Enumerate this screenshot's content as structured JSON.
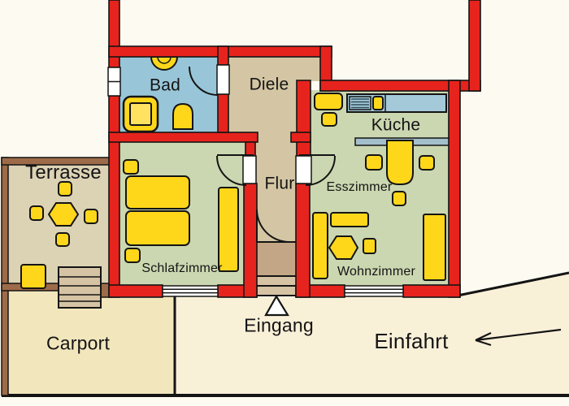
{
  "rooms": {
    "bad": "Bad",
    "diele": "Diele",
    "kueche": "Küche",
    "flur": "Flur",
    "esszimmer": "Esszimmer",
    "schlafzimmer": "Schlafzimmer",
    "wohnzimmer": "Wohnzimmer"
  },
  "outdoor": {
    "terrasse": "Terrasse",
    "carport": "Carport",
    "eingang": "Eingang",
    "einfahrt": "Einfahrt"
  },
  "colors": {
    "paper": "#fdfbf1",
    "wall-red": "#e6241d",
    "bath-blue": "#98c6d8",
    "room-green": "#cbd7b0",
    "hall-tan": "#d4c6a4",
    "landing-brown": "#c3a685",
    "steps-tan": "#d6c3a4",
    "terrace-tan": "#dcd2b4",
    "terrace-brown": "#9e6b49",
    "carport-beige": "#f2e6bc",
    "driveway-beige": "#f9f0d8",
    "furniture-yellow": "#ffd71a",
    "furniture-yellow-light": "#ffe260",
    "counter-blue": "#a4c9d9",
    "bar-blue": "#a3bfcb",
    "stove-lines": "#2c4a58",
    "outline-black": "#141414"
  }
}
